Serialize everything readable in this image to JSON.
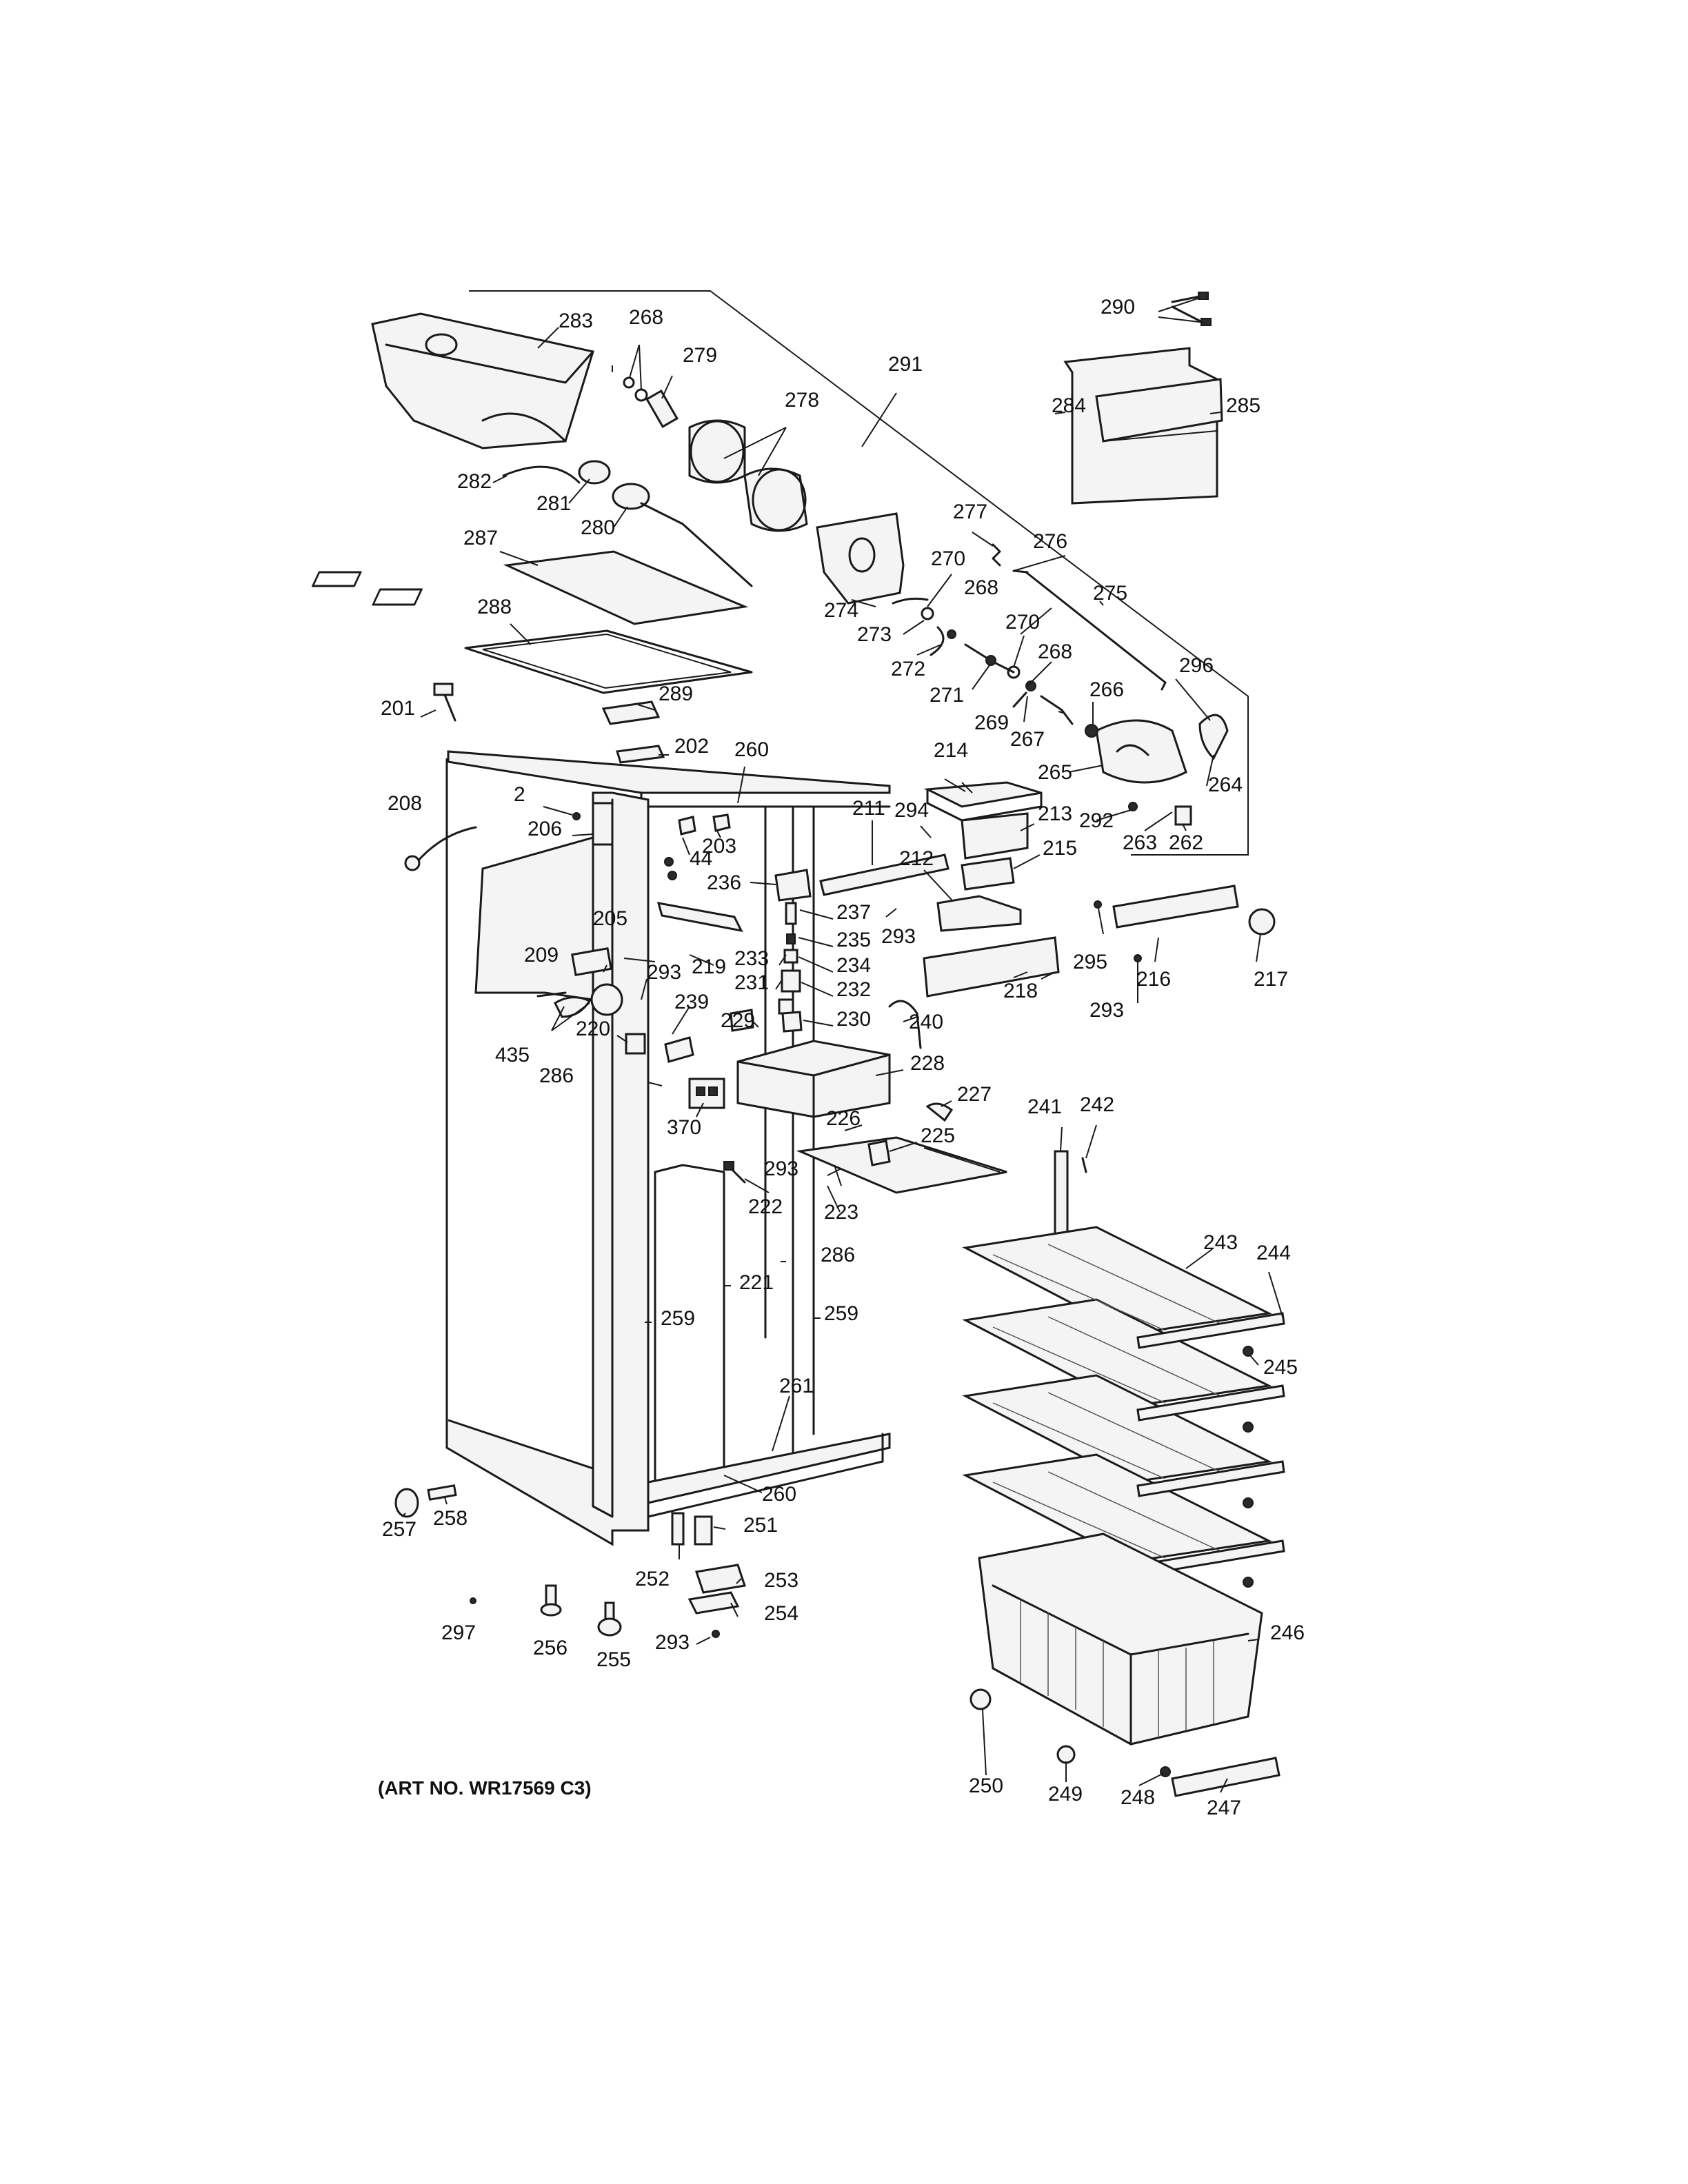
{
  "caption": "(ART NO. WR17569 C3)",
  "part_labels": [
    "2",
    "44",
    "201",
    "202",
    "203",
    "205",
    "206",
    "208",
    "209",
    "211",
    "212",
    "213",
    "214",
    "215",
    "216",
    "217",
    "218",
    "219",
    "220",
    "221",
    "222",
    "223",
    "225",
    "226",
    "227",
    "228",
    "229",
    "230",
    "231",
    "232",
    "233",
    "234",
    "235",
    "236",
    "237",
    "239",
    "240",
    "241",
    "242",
    "243",
    "244",
    "245",
    "246",
    "247",
    "248",
    "249",
    "250",
    "251",
    "252",
    "253",
    "254",
    "255",
    "256",
    "257",
    "258",
    "259",
    "260",
    "261",
    "262",
    "263",
    "264",
    "265",
    "266",
    "267",
    "268",
    "269",
    "270",
    "271",
    "272",
    "273",
    "274",
    "275",
    "276",
    "277",
    "278",
    "279",
    "280",
    "281",
    "282",
    "283",
    "284",
    "285",
    "286",
    "287",
    "288",
    "289",
    "290",
    "291",
    "292",
    "293",
    "294",
    "295",
    "296",
    "297",
    "370",
    "435"
  ]
}
